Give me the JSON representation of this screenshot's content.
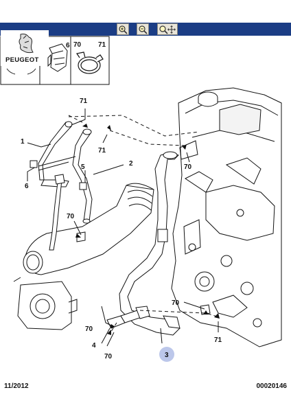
{
  "brand": {
    "name": "PEUGEOT"
  },
  "toolbar": {
    "buttons": [
      {
        "name": "zoom-in-button",
        "icon": "zoom-in-icon"
      },
      {
        "name": "zoom-out-button",
        "icon": "zoom-out-icon"
      },
      {
        "name": "zoom-pan-button",
        "icon": "zoom-pan-icon"
      }
    ]
  },
  "legend": {
    "clip_ref": "6",
    "clamp_ref_a": "70",
    "clamp_ref_b": "71"
  },
  "callouts": {
    "c1": "1",
    "c2": "2",
    "c3": "3",
    "c4": "4",
    "c5": "5",
    "c6": "6",
    "c70a": "70",
    "c70b": "70",
    "c70c": "70",
    "c70d": "70",
    "c70e": "70",
    "c71a": "71",
    "c71b": "71",
    "c71c": "71"
  },
  "footer": {
    "date": "11/2012",
    "ref": "00020146"
  },
  "colors": {
    "toolbar": "#1b3d85",
    "highlight": "#bcc7ea",
    "line": "#111111"
  }
}
